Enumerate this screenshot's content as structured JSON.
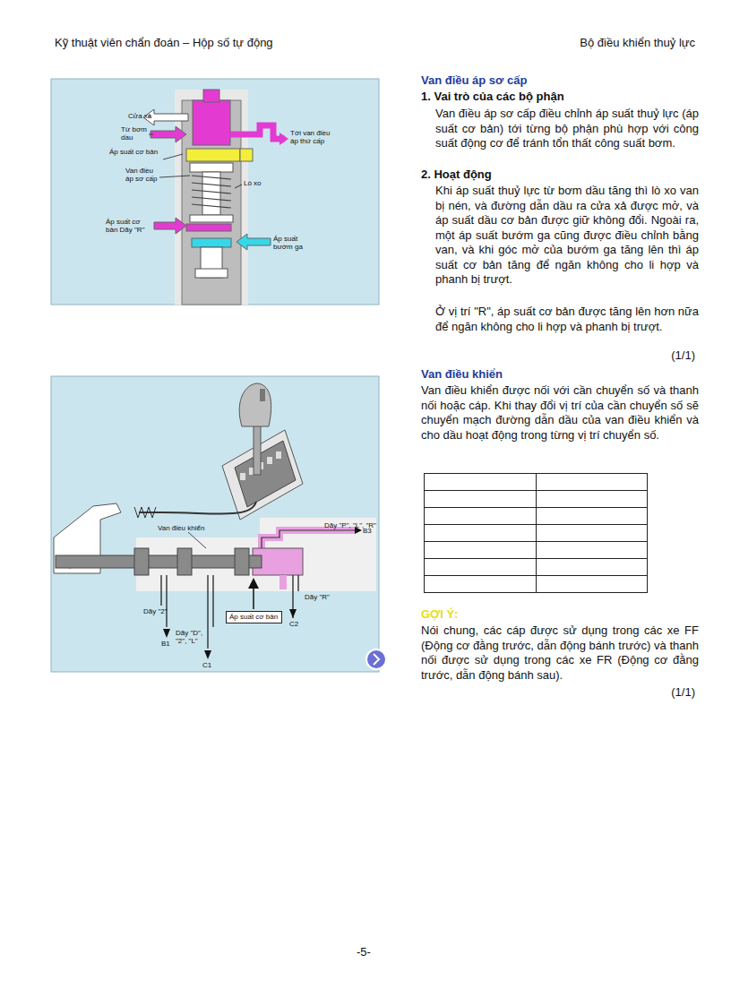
{
  "diagram": {
    "nodes": [
      {
        "text": [
          "Áp suất cơ bản"
        ]
      }
    ],
    "labels": [
      "Kỹ thuật viên chẩn đoán – Hộp số tự động",
      "Bộ điều khiển thuỷ lực",
      "Van điều áp sơ cấp",
      "1. Vai trò của các bộ phận",
      "Van điều áp sơ cấp điều chỉnh áp suất thuỷ lực (áp suất cơ bản) tới từng bộ phận phù hợp với công suất động cơ để tránh tổn thất công suất bơm.",
      "2. Hoạt động",
      "Khi áp suất thuỷ lực từ bơm dầu tăng thì lò xo van bị nén, và đường dẫn dầu ra cửa xả được mở, và áp suất dầu cơ bản được giữ không đổi. Ngoài ra, một áp suất bướm ga cũng được điều chỉnh bằng van, và khi góc mở của bướm ga tăng lên thì áp suất cơ bản tăng để ngăn không cho li hợp và phanh bị trượt.",
      "Ở vị trí \"R\", áp suất cơ bản được tăng lên hơn nữa để ngăn không cho li hợp và phanh bị trượt.",
      "(1/1)",
      "Van điều khiển",
      "Van điều khiển được nối với cần chuyển số và thanh nối hoặc cáp. Khi thay đổi vị trí của cần chuyển số sẽ chuyển mạch đường dẫn dầu của van điều khiển và cho dầu hoạt động trong từng vị trí chuyển số.",
      "GỢI Ý:",
      "Nói chung, các cáp được sử dụng trong các xe FF (Động cơ đằng trước, dẫn động bánh trước) và thanh nối được sử dụng trong các xe FR (Động cơ đằng trước, dẫn động bánh sau).",
      "(1/1)",
      "-5-",
      "Cửa xả",
      "Từ bơm dầu",
      "Áp suất cơ bản",
      "Van điều áp sơ cấp",
      "Lò xo",
      "Tới van điều áp thứ cấp",
      "Áp suất cơ bản Dãy \"R\"",
      "Áp suất bướm ga",
      "Van điều khiển",
      "Dãy \"P\", \"L\", \"R\"",
      "B3",
      "Dãy \"R\"",
      "C2",
      "Dãy \"2\"",
      "B1",
      "Dãy \"D\", \"2\", \"L\"",
      "C1"
    ]
  }
}
